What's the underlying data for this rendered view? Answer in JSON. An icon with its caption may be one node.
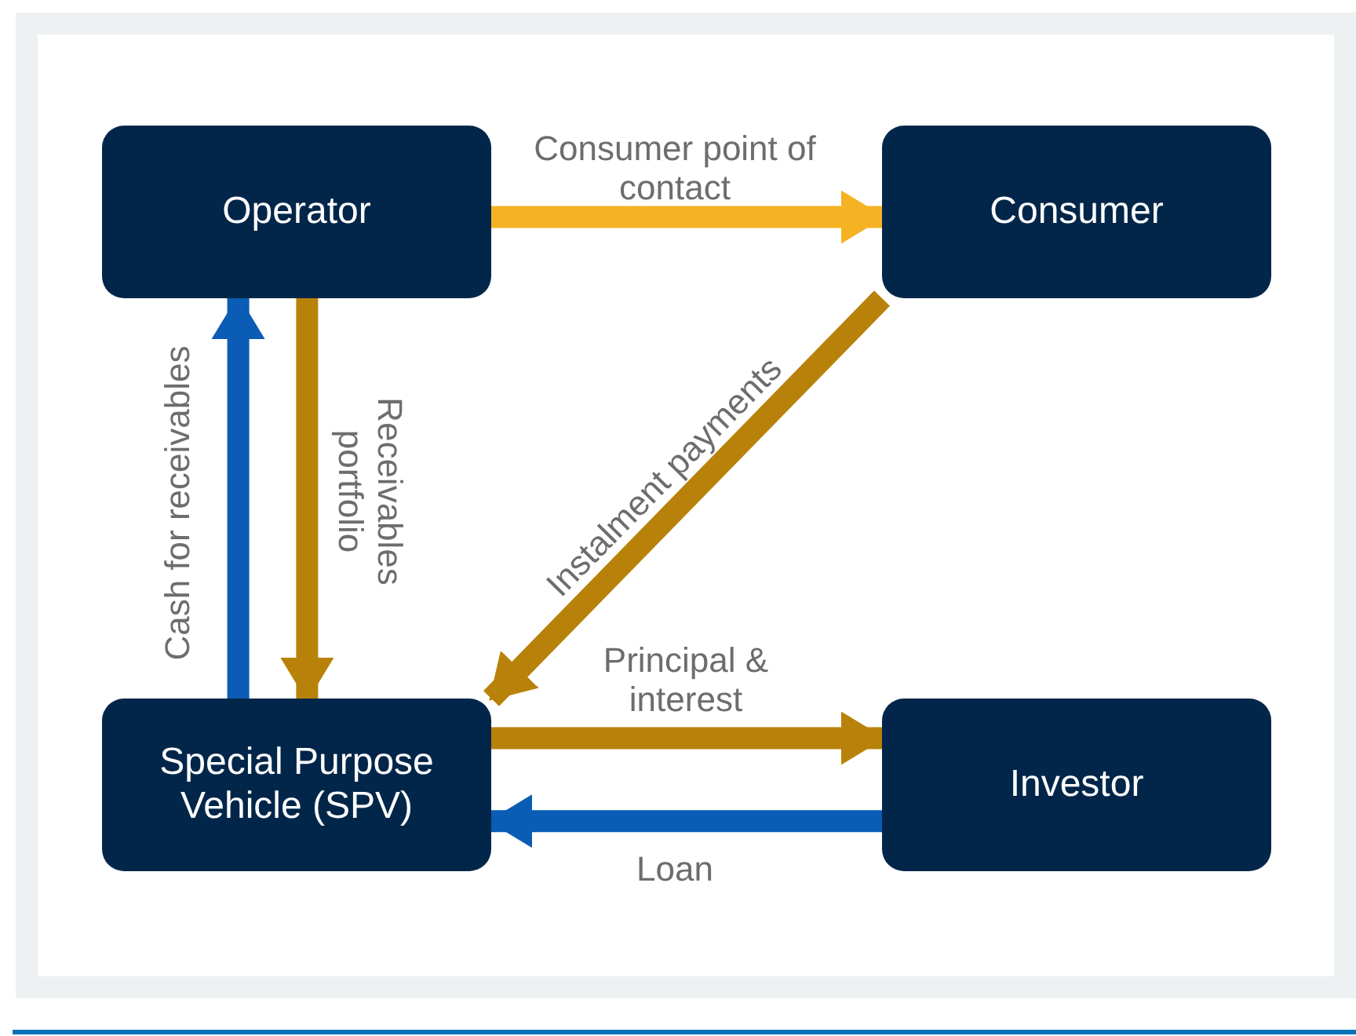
{
  "diagram": {
    "nodes": [
      {
        "text": [
          "Operator"
        ]
      },
      {
        "text": [
          "Consumer"
        ]
      },
      {
        "text": [
          "Special Purpose Vehicle (SPV)"
        ]
      },
      {
        "text": [
          "Investor"
        ]
      }
    ],
    "edges": [
      {
        "from": 0,
        "to": 1,
        "arrow": "to",
        "label": "Consumer point of contact",
        "color": "#f5b323"
      },
      {
        "from": 2,
        "to": 0,
        "arrow": "to",
        "label": "Cash for receivables",
        "color": "#0a5cb4"
      },
      {
        "from": 0,
        "to": 2,
        "arrow": "to",
        "label": "Receivables portfolio"
      },
      {
        "from": 1,
        "to": 2,
        "arrow": "to",
        "label": "Instalment payments"
      },
      {
        "from": 2,
        "to": 3,
        "arrow": "to",
        "label": "Principal & interest"
      },
      {
        "from": 3,
        "to": 2,
        "arrow": "to",
        "label": "Loan",
        "color": "#0a5cb4"
      }
    ]
  }
}
